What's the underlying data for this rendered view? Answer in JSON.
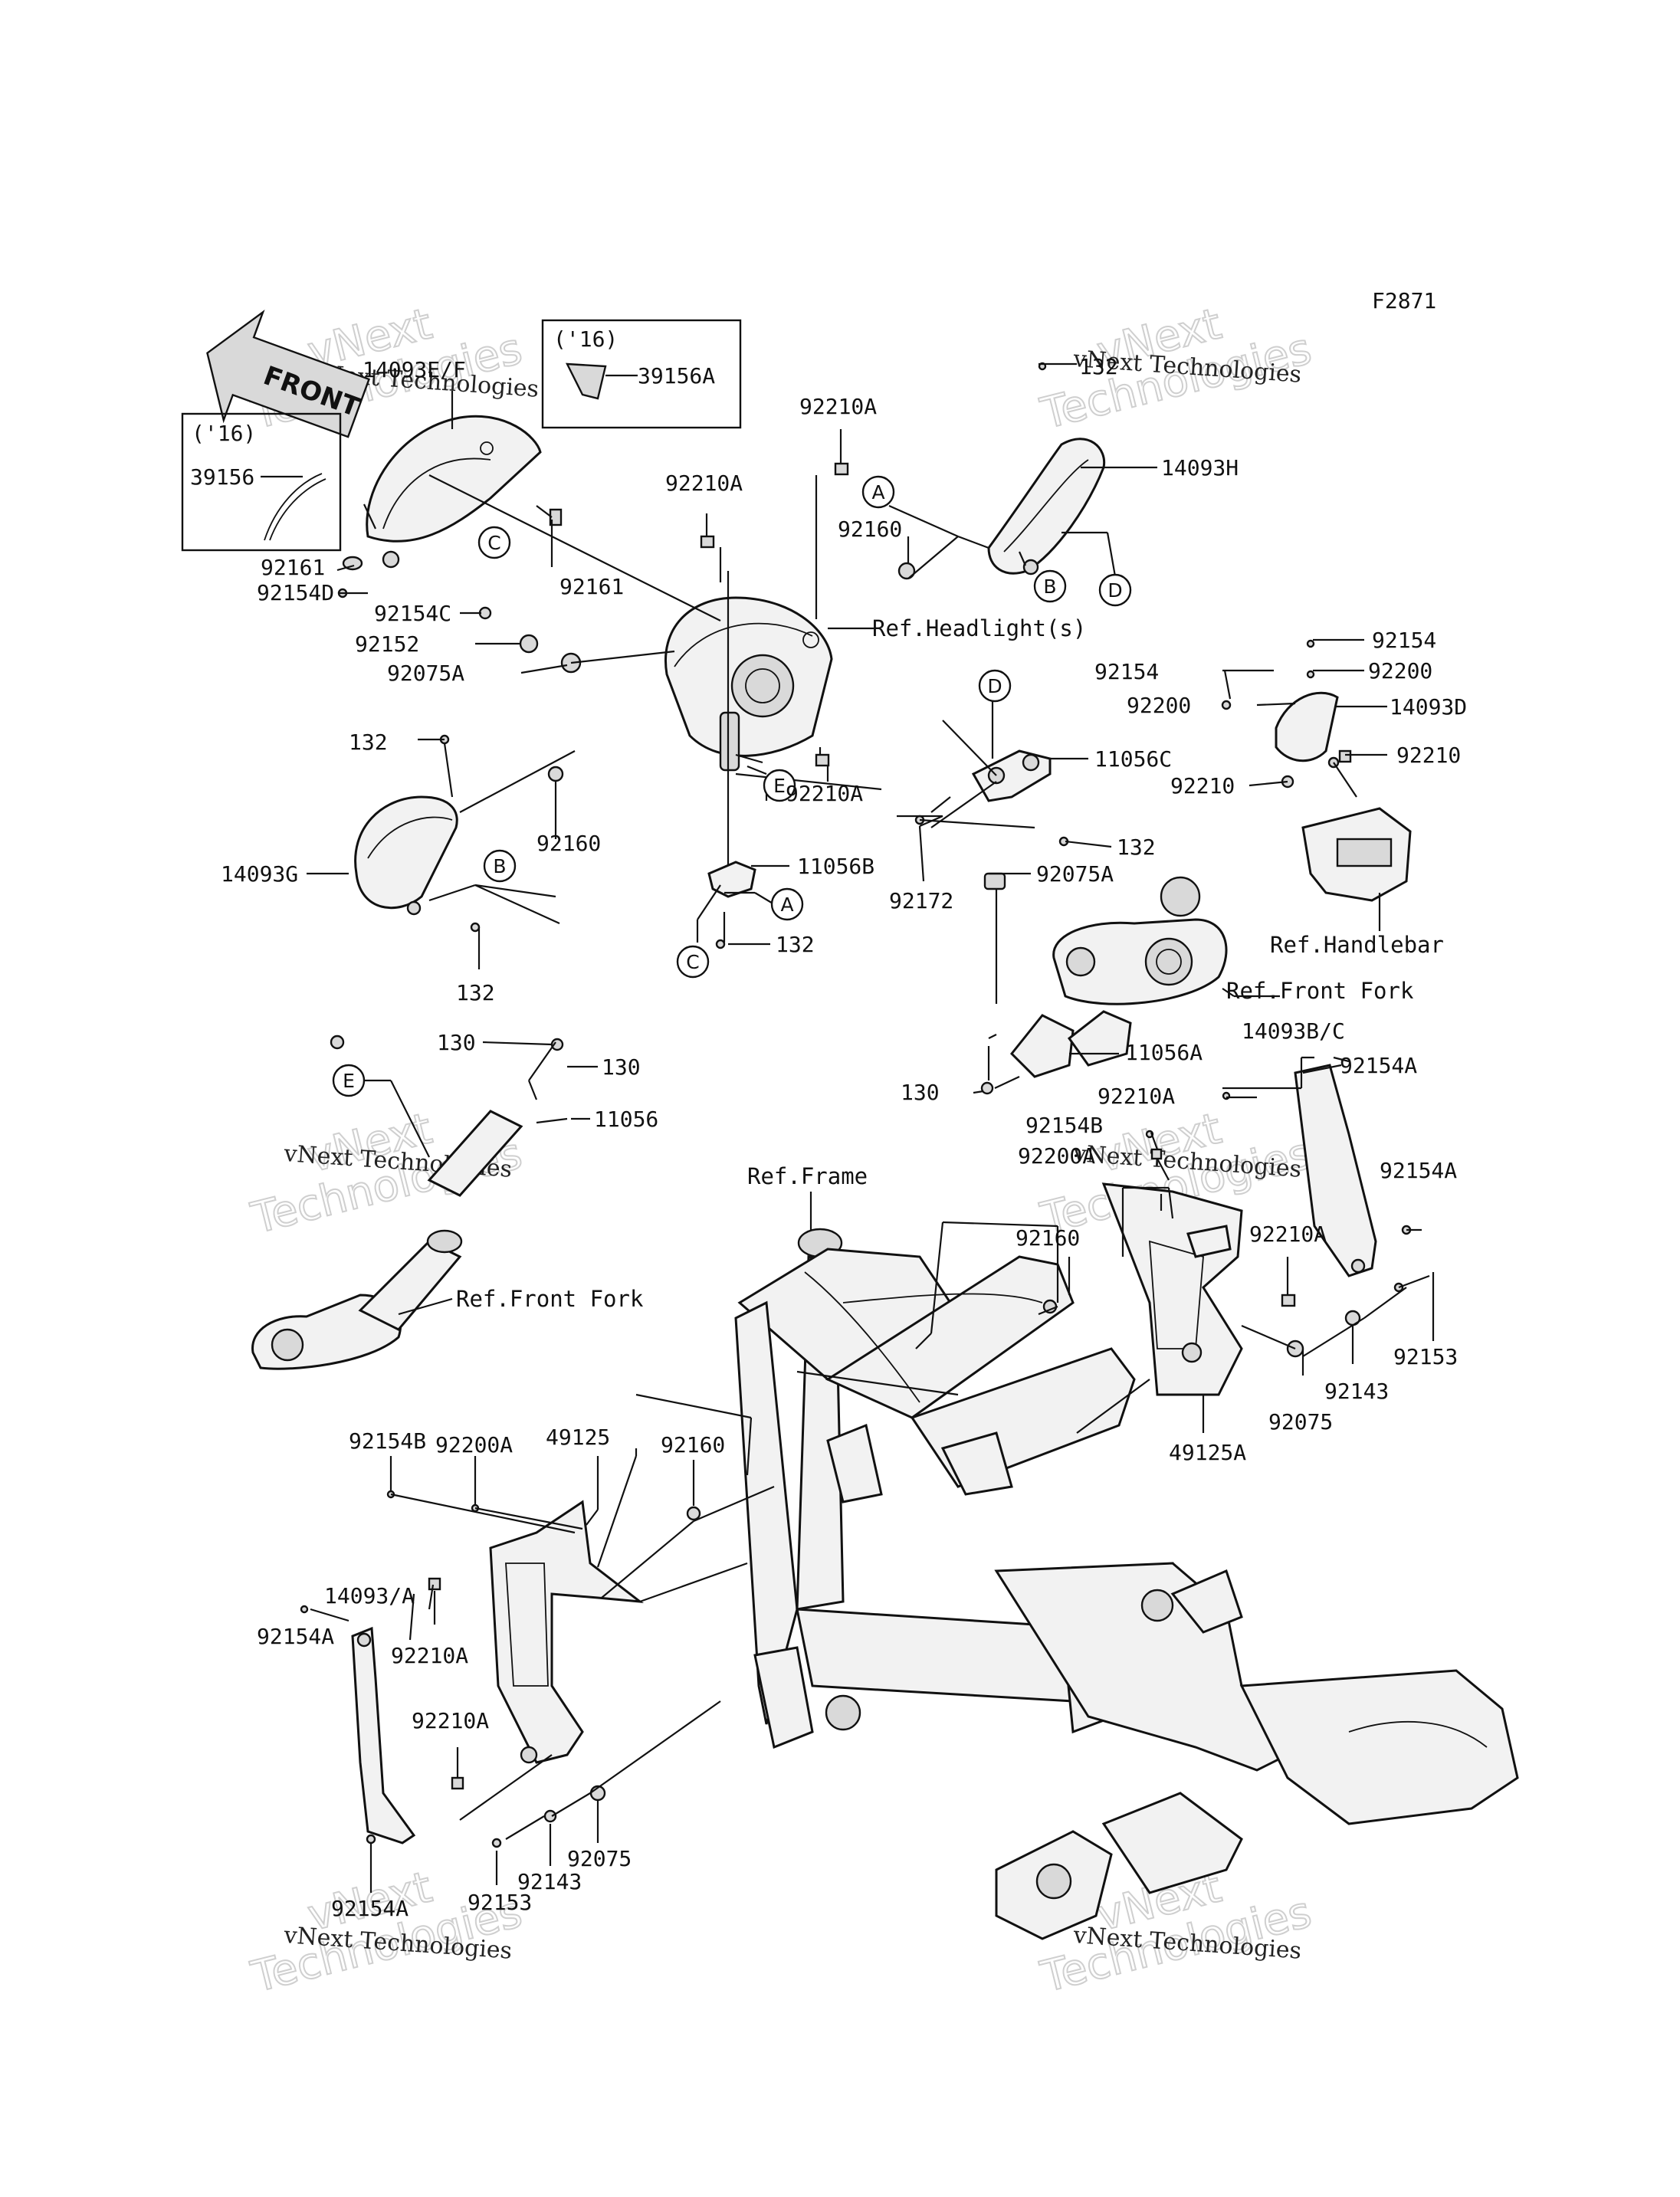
{
  "figure_code": "F2871",
  "front_arrow": "FRONT",
  "watermark": {
    "line1": "vNext",
    "line2": "Technologies",
    "caption": "vNext Technologies"
  },
  "variant_tag": "('16)",
  "part_numbers": [
    "14093E/F",
    "39156A",
    "39156",
    "92161",
    "92161",
    "92154D",
    "92154C",
    "92152",
    "92075A",
    "92210A",
    "92210A",
    "92160",
    "132",
    "14093H",
    "92154",
    "92200",
    "92154",
    "92200",
    "14093D",
    "92210",
    "92210",
    "11056C",
    "92210A",
    "132",
    "132",
    "92160",
    "14093G",
    "132",
    "11056B",
    "132",
    "92172",
    "92075A",
    "11056A",
    "130",
    "130",
    "130",
    "11056",
    "14093B/C",
    "92154A",
    "92210A",
    "92154B",
    "92200A",
    "92154A",
    "92160",
    "92210A",
    "92153",
    "92143",
    "92075",
    "49125A",
    "92154B",
    "92200A",
    "49125",
    "92160",
    "14093/A",
    "92210A",
    "92154A",
    "92210A",
    "92075",
    "92143",
    "92153",
    "92154A"
  ],
  "references": {
    "headlight": "Ref.Headlight(s)",
    "handlebar": "Ref.Handlebar",
    "front_fork_top": "Ref.Front Fork",
    "front_fork_left": "Ref.Front Fork",
    "frame": "Ref.Frame"
  },
  "callouts": [
    "A",
    "B",
    "C",
    "D",
    "E"
  ]
}
